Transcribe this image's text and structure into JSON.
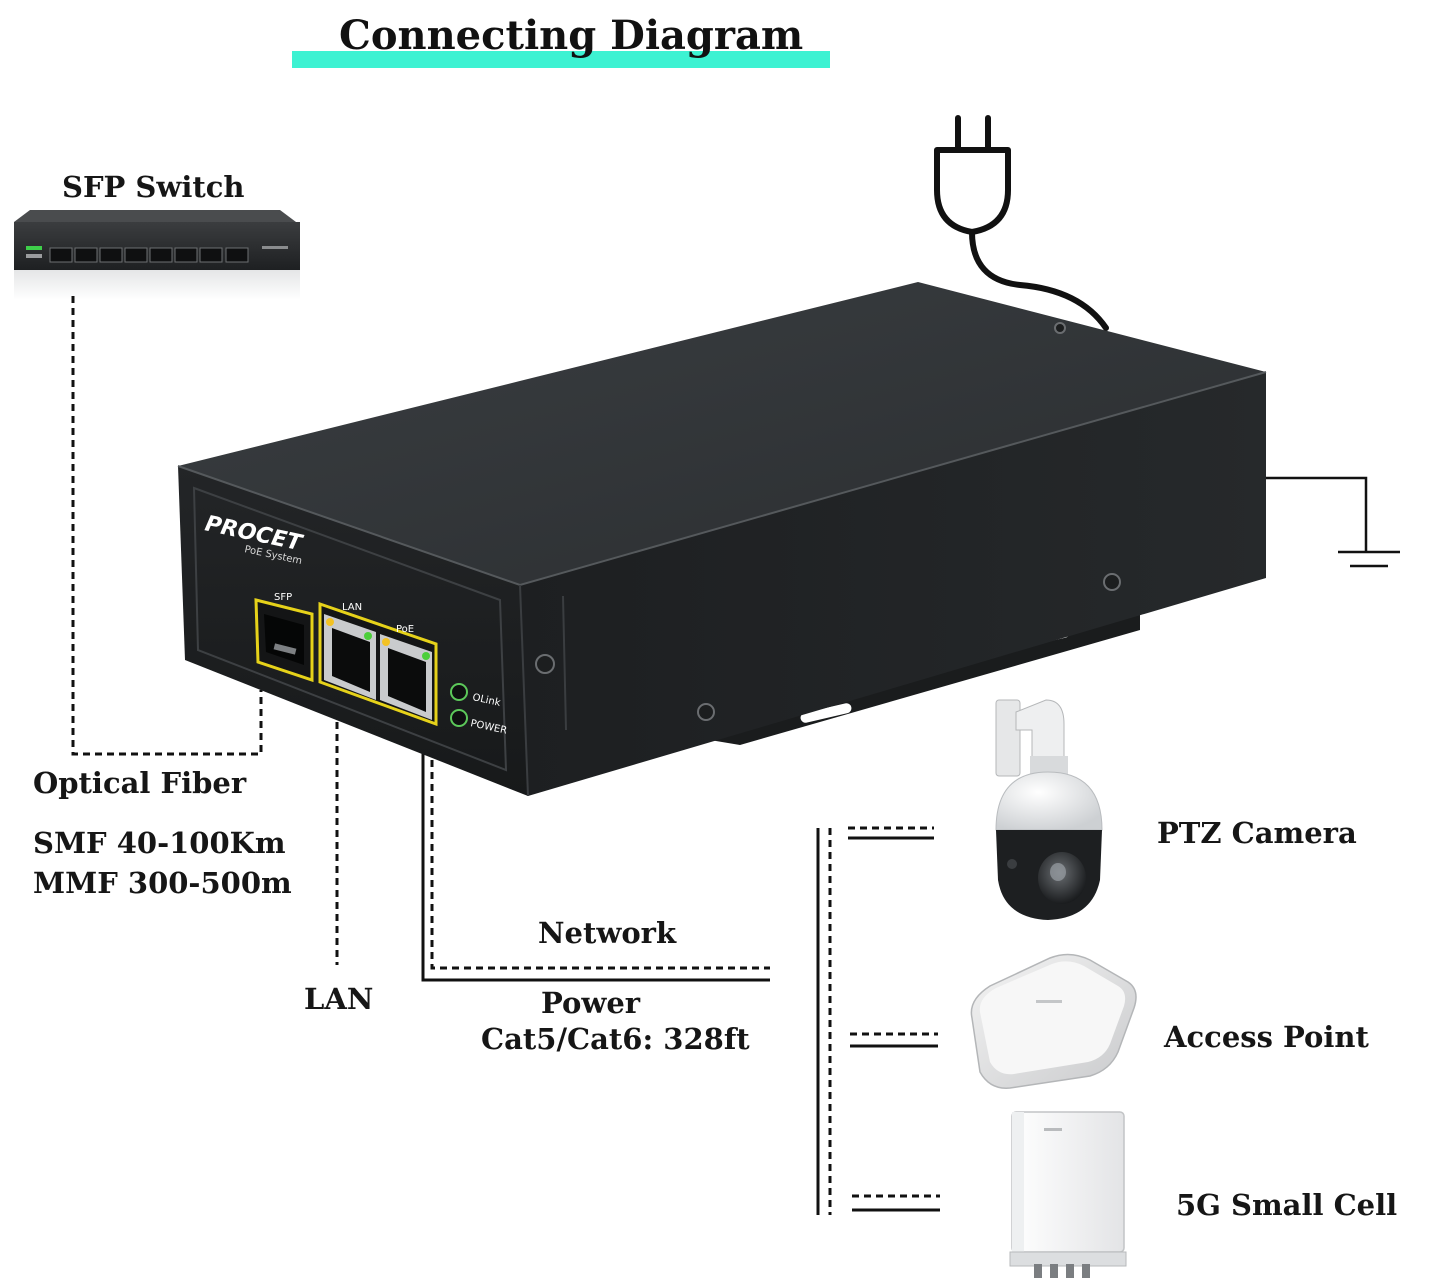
{
  "title": "Connecting Diagram",
  "colors": {
    "title_highlight": "#3df2d2",
    "device_body": "#2b2e30",
    "port_frame": "#e6d21a",
    "led_green": "#4ccf3a",
    "led_amber": "#f2c224"
  },
  "labels": {
    "sfp_switch": "SFP Switch",
    "optical_fiber": "Optical Fiber",
    "smf": "SMF 40-100Km",
    "mmf": "MMF 300-500m",
    "lan": "LAN",
    "network": "Network",
    "power": "Power",
    "cable": "Cat5/Cat6: 328ft",
    "ptz_camera": "PTZ Camera",
    "access_point": "Access Point",
    "small_cell": "5G Small Cell"
  },
  "device": {
    "brand": "PROCET",
    "subtitle": "PoE System",
    "ports": {
      "sfp": "SFP",
      "lan": "LAN",
      "poe": "PoE"
    },
    "leds": {
      "olink": "OLink",
      "power": "POWER"
    }
  },
  "icons": {
    "plug": "power-plug-icon",
    "ground": "ground-icon"
  }
}
